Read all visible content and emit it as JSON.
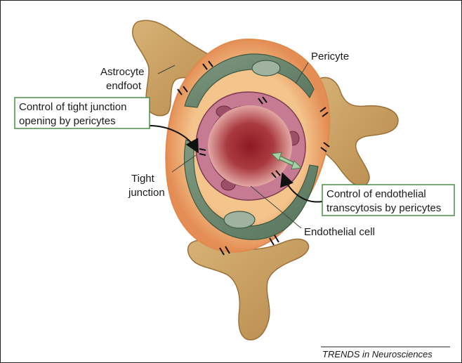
{
  "labels": {
    "astrocyte_line1": "Astrocyte",
    "astrocyte_line2": "endfoot",
    "pericyte": "Pericyte",
    "tight_line1": "Tight",
    "tight_line2": "junction",
    "endothelial_cell": "Endothelial cell"
  },
  "callouts": {
    "tight_junction_control_line1": "Control of tight junction",
    "tight_junction_control_line2": "opening by pericytes",
    "transcytosis_control_line1": "Control of endothelial",
    "transcytosis_control_line2": "transcytosis by pericytes"
  },
  "credit": "TRENDS in Neurosciences",
  "colors": {
    "astrocyte": "#c9a164",
    "basement_membrane": "#f2c98f",
    "outer_glow": "#e8a060",
    "pericyte": "#6f8a70",
    "endothelium": "#c77b93",
    "lumen": "#a5212a",
    "callout_border": "#4c8a4c",
    "transcytosis_arrow": "#a8d0a8"
  }
}
